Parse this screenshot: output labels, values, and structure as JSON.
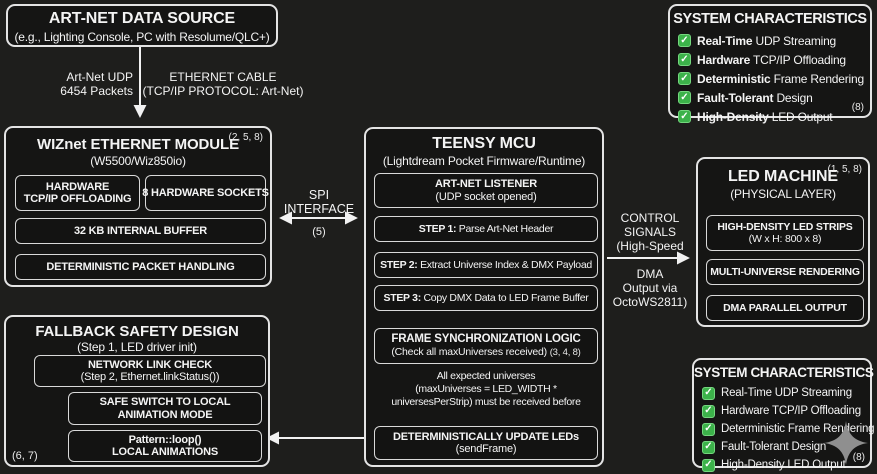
{
  "colors": {
    "background": "#1e1e1c",
    "box_border": "#e4e4e4",
    "check_green": "#3cb24a",
    "sparkle_gray": "#8f8f8f"
  },
  "source_box": {
    "title": "ART-NET DATA SOURCE",
    "subtitle": "(e.g., Lighting Console, PC with Resolume/QLC+)"
  },
  "source_link": {
    "udp_line1": "Art-Net UDP",
    "udp_line2": "6454 Packets",
    "cable_line1": "ETHERNET CABLE",
    "cable_line2": "(TCP/IP PROTOCOL: Art-Net)"
  },
  "wiznet": {
    "title": "WIZnet ETHERNET MODULE",
    "annotation": "(2, 5, 8)",
    "subtitle": "(W5500/Wiz850io)",
    "cell_offloading_line1": "HARDWARE",
    "cell_offloading_line2": "TCP/IP OFFLOADING",
    "cell_sockets": "8 HARDWARE SOCKETS",
    "cell_buffer": "32 KB INTERNAL BUFFER",
    "cell_packet": "DETERMINISTIC PACKET HANDLING"
  },
  "spi": {
    "label_line1": "SPI",
    "label_line2": "INTERFACE",
    "annotation": "(5)"
  },
  "teensy": {
    "title": "TEENSY MCU",
    "subtitle": "(Lightdream Pocket Firmware/Runtime)",
    "listener_line1": "ART-NET LISTENER",
    "listener_line2": "(UDP socket opened)",
    "step1_label": "STEP 1:",
    "step1_text": " Parse Art-Net Header",
    "step2_label": "STEP 2:",
    "step2_text": " Extract Universe Index & DMX Payload",
    "step3_label": "STEP 3:",
    "step3_text": " Copy DMX Data to LED Frame Buffer",
    "sync_line1": "FRAME SYNCHRONIZATION LOGIC",
    "sync_line2": "(Check all maxUniverses received)",
    "sync_annotation": "(3, 4, 8)",
    "note_line1": "All expected universes",
    "note_line2": "(maxUniverses = LED_WIDTH *",
    "note_line3": "universesPerStrip)  must be received before",
    "update_line1": "DETERMINISTICALLY UPDATE LEDs",
    "update_line2": "(sendFrame)"
  },
  "control": {
    "line1": "CONTROL",
    "line2": "SIGNALS",
    "line3": "(High-Speed",
    "line4": "DMA",
    "line5": "Output via",
    "line6": "OctoWS2811)"
  },
  "led": {
    "title": "LED MACHINE",
    "annotation": "(1, 5, 8)",
    "subtitle": "(PHYSICAL LAYER)",
    "cell_strips_line1": "HIGH-DENSITY LED STRIPS",
    "cell_strips_line2": "(W x H: 800 x 8)",
    "cell_multi": "MULTI-UNIVERSE RENDERING",
    "cell_dma": "DMA PARALLEL OUTPUT"
  },
  "sys_top": {
    "title": "SYSTEM CHARACTERISTICS",
    "annotation": "(8)",
    "check_glyph": "✓",
    "items": [
      {
        "strong": "Real-Time",
        "rest": " UDP Streaming"
      },
      {
        "strong": "Hardware",
        "rest": " TCP/IP Offloading"
      },
      {
        "strong": "Deterministic",
        "rest": " Frame Rendering"
      },
      {
        "strong": "Fault-Tolerant",
        "rest": " Design"
      },
      {
        "strong": "High-Density",
        "rest": " LED Output"
      }
    ]
  },
  "sys_bottom": {
    "title": "SYSTEM CHARACTERISTICS",
    "annotation": "(8)",
    "check_glyph": "✓",
    "items": [
      "Real-Time UDP Streaming",
      "Hardware TCP/IP Offloading",
      "Deterministic Frame Rendering",
      "Fault-Tolerant Design",
      "High-Density LED Output"
    ]
  },
  "fallback": {
    "title": "FALLBACK SAFETY DESIGN",
    "subtitle": "(Step 1, LED driver init)",
    "annotation": "(6, 7)",
    "network_line1": "NETWORK LINK CHECK",
    "network_line2": "(Step 2, Ethernet.linkStatus())",
    "safe_line1": "SAFE SWITCH TO LOCAL",
    "safe_line2": "ANIMATION MODE",
    "pattern_line1": "Pattern::loop()",
    "pattern_line2": "LOCAL ANIMATIONS"
  }
}
